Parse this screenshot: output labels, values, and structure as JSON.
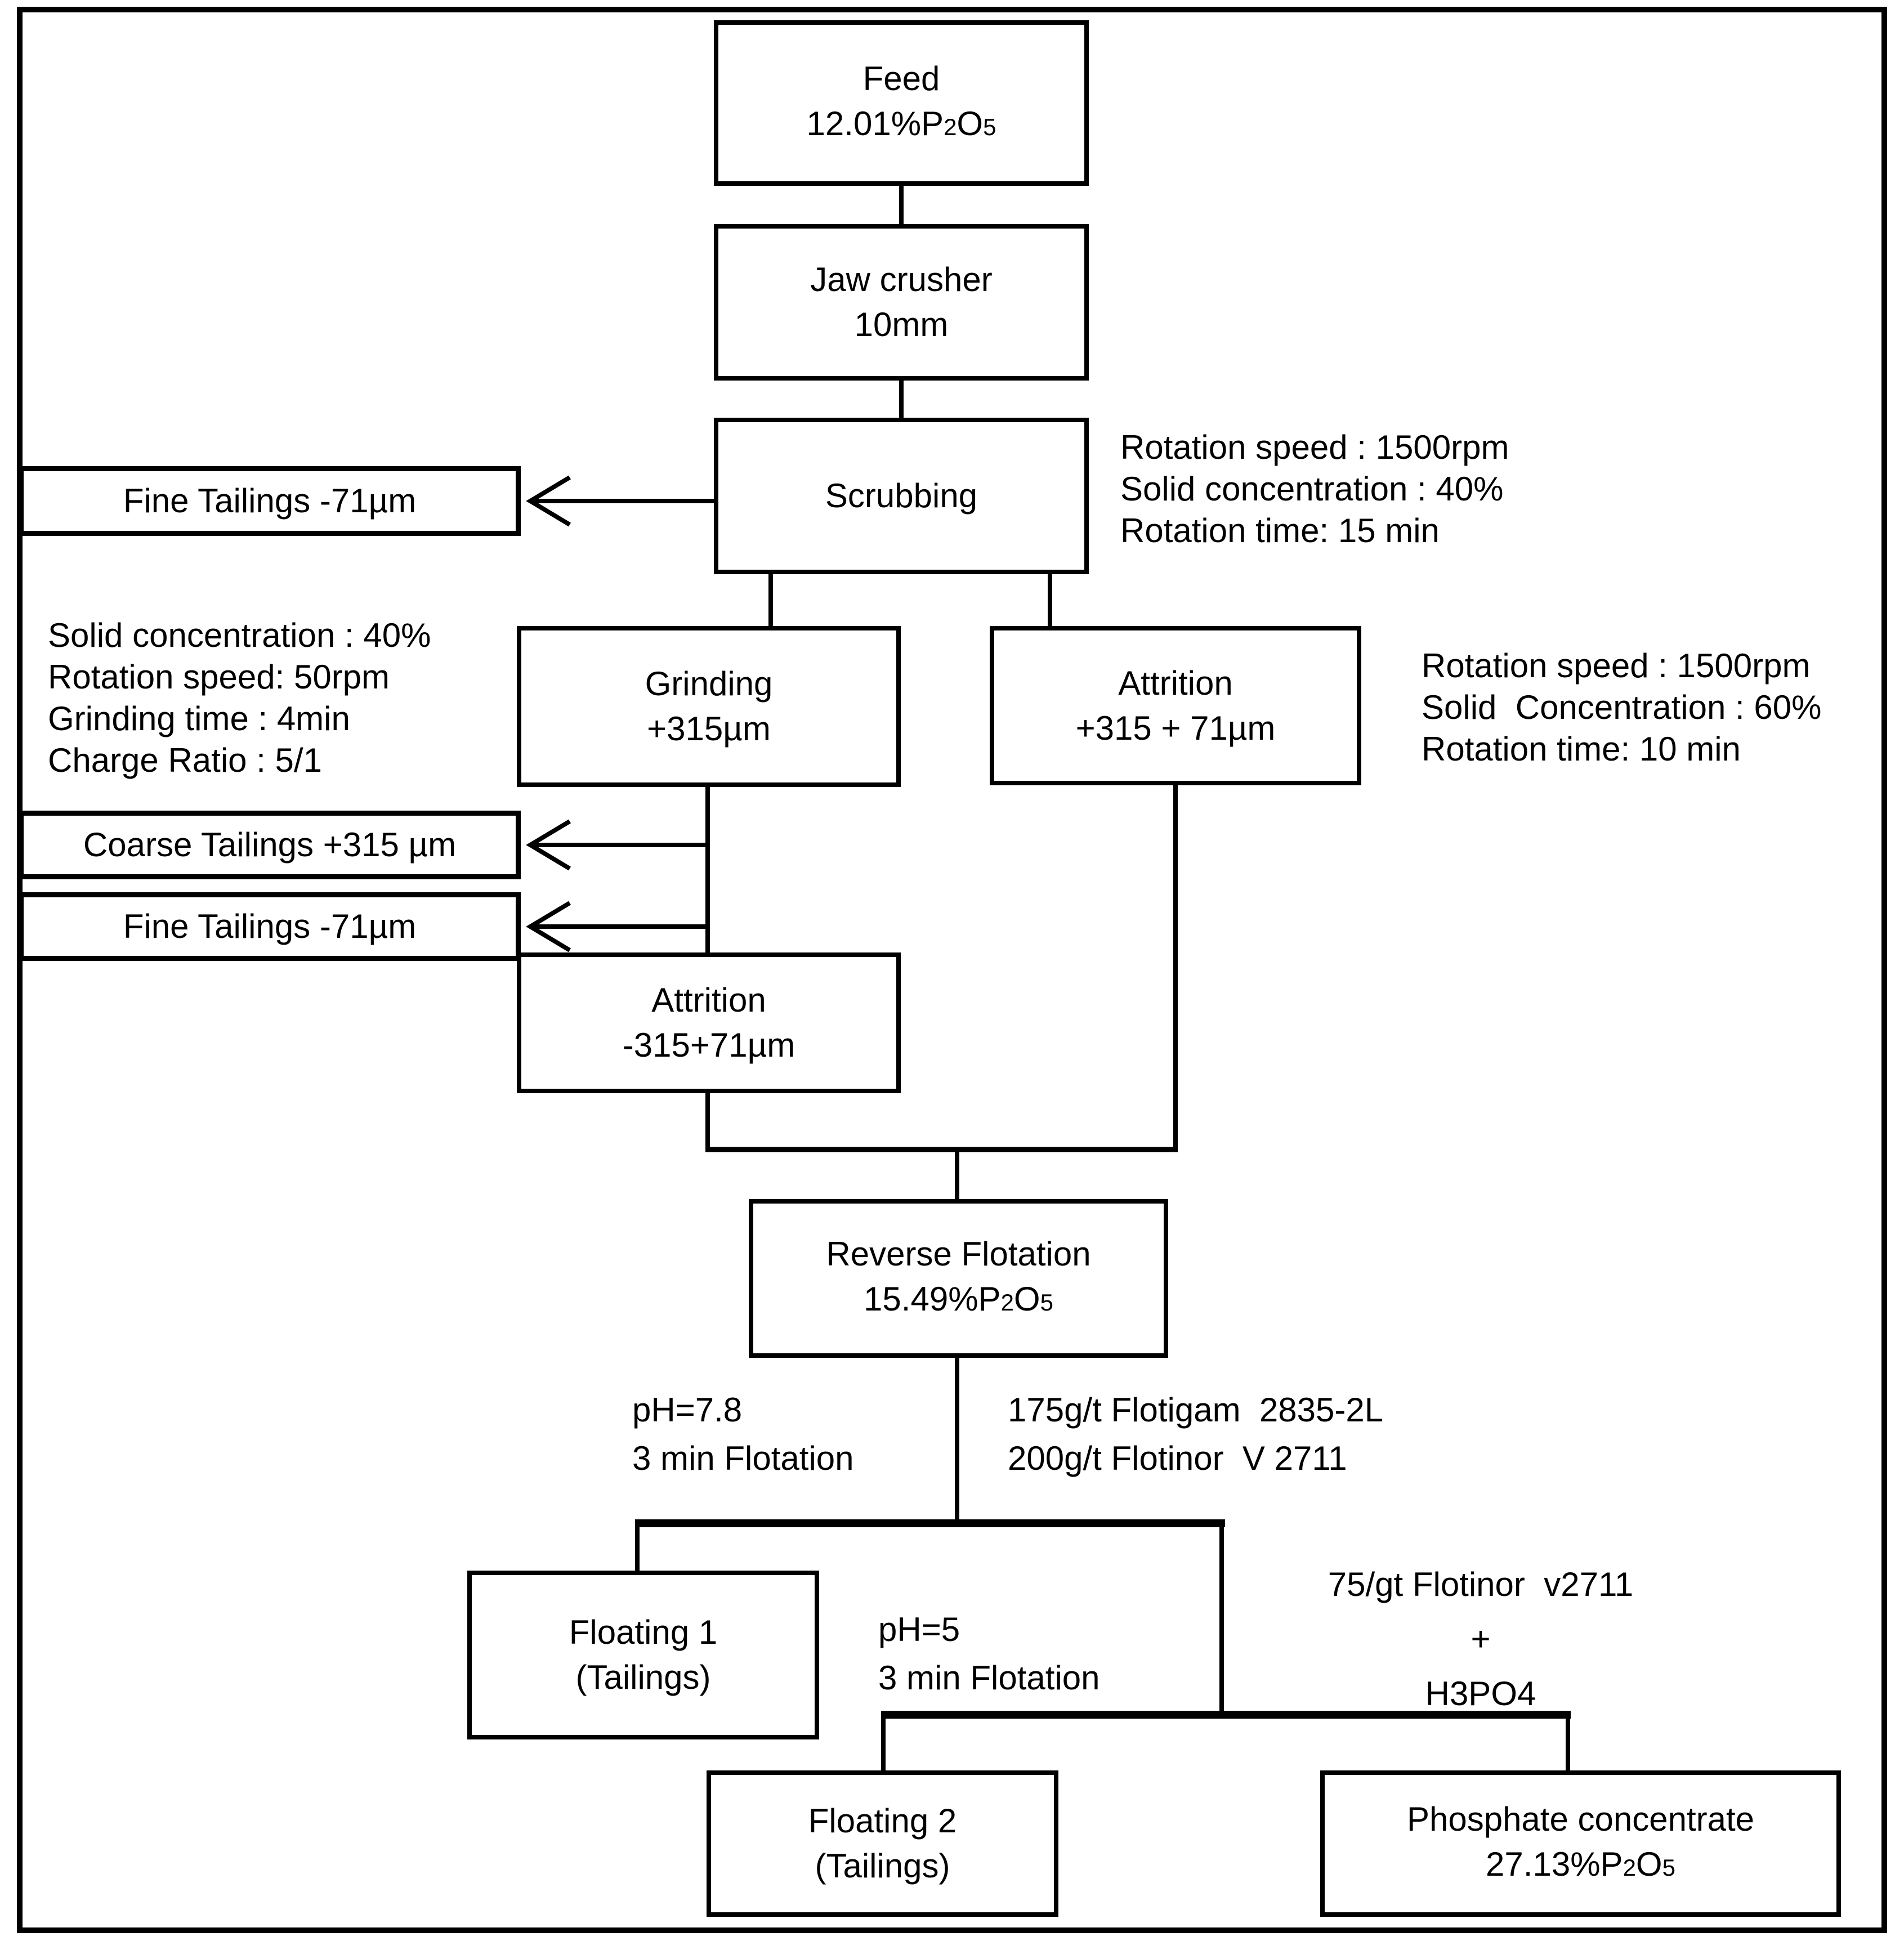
{
  "diagram": {
    "colors": {
      "ink": "#000000",
      "paper": "#ffffff"
    },
    "nodes": {
      "feed": {
        "title": "Feed",
        "value": {
          "pre": "12.01%P",
          "s1": "2",
          "mid": "O",
          "s2": "5"
        }
      },
      "jaw_crusher": {
        "title": "Jaw crusher",
        "value_plain": "10mm"
      },
      "scrubbing": {
        "title": "Scrubbing"
      },
      "grinding": {
        "title": "Grinding",
        "value_plain": "+315µm"
      },
      "attrition_coarse": {
        "title": "Attrition",
        "value_plain": "+315 + 71µm"
      },
      "attrition_fine": {
        "title": "Attrition",
        "value_plain": "-315+71µm"
      },
      "reverse_flotation": {
        "title": "Reverse Flotation",
        "value": {
          "pre": "15.49%P",
          "s1": "2",
          "mid": "O",
          "s2": "5"
        }
      },
      "floating1": {
        "title": "Floating 1",
        "value_plain": "(Tailings)"
      },
      "floating2": {
        "title": "Floating 2",
        "value_plain": "(Tailings)"
      },
      "phosphate_concentrate": {
        "title": "Phosphate concentrate",
        "value": {
          "pre": "27.13%P",
          "s1": "2",
          "mid": "O",
          "s2": "5"
        }
      },
      "fine_tailings_scrub": {
        "title": "Fine Tailings -71µm"
      },
      "coarse_tailings": {
        "title": "Coarse Tailings +315 µm"
      },
      "fine_tailings_grind": {
        "title": "Fine Tailings -71µm"
      }
    },
    "annotations": {
      "scrubbing": {
        "l1": "Rotation speed : 1500rpm",
        "l2": "Solid concentration : 40%",
        "l3": "Rotation time: 15 min"
      },
      "grinding": {
        "l1": "Solid concentration : 40%",
        "l2": "Rotation speed: 50rpm",
        "l3": "Grinding time : 4min",
        "l4": "Charge Ratio : 5/1"
      },
      "attrition": {
        "l1": "Rotation speed : 1500rpm",
        "l2": "Solid  Concentration : 60%",
        "l3": "Rotation time: 10 min"
      },
      "reverse_left": {
        "l1": "pH=7.8",
        "l2": "3 min Flotation"
      },
      "reverse_right": {
        "l1": "175g/t Flotigam  2835-2L",
        "l2": "200g/t Flotinor  V 2711"
      },
      "floating2_left": {
        "l1": "pH=5",
        "l2": "3 min Flotation"
      },
      "floating2_right": {
        "l1": "75/gt Flotinor  v2711",
        "l2": "+",
        "l3": "H3PO4"
      }
    }
  }
}
